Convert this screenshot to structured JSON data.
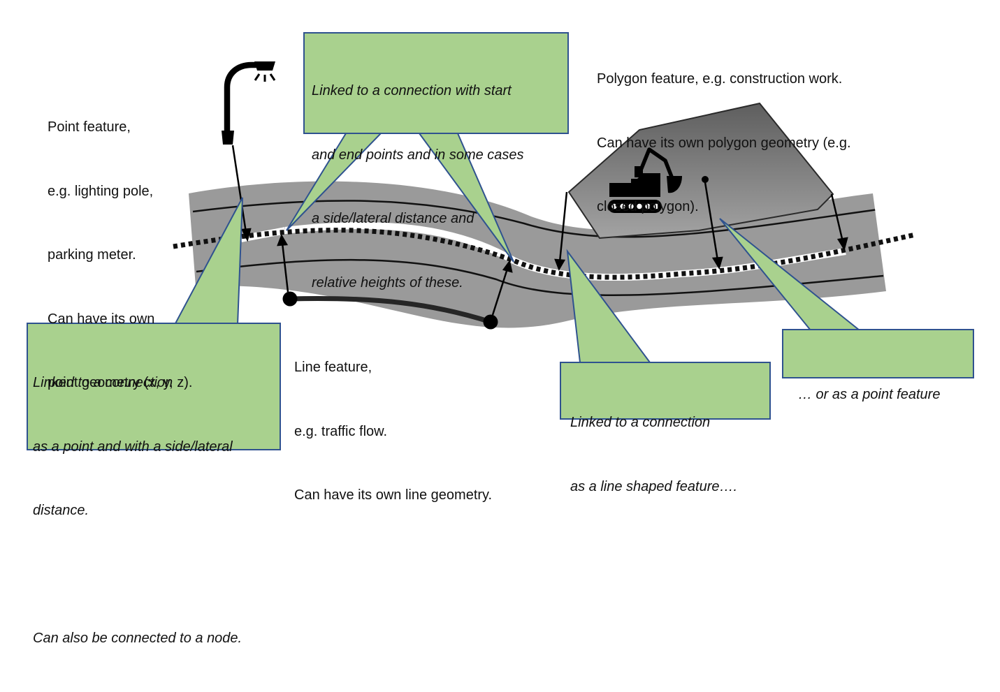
{
  "labels": {
    "point_feature": [
      "Point feature,",
      "e.g. lighting pole,",
      "parking meter.",
      "Can have its own",
      "point geometry (x, y, z)."
    ],
    "line_feature": [
      "Line feature,",
      "e.g. traffic flow.",
      "Can have its own line geometry."
    ],
    "polygon_feature": [
      "Polygon feature, e.g. construction work.",
      "Can have its own polygon geometry (e.g.",
      "closed polygon)."
    ]
  },
  "callouts": {
    "connection_start_end": [
      "Linked to a connection with start",
      "and end points and in some cases",
      "a side/lateral distance and",
      "relative heights of these."
    ],
    "point_link": [
      "Linked to a connection",
      "as a point and with a side/lateral",
      "distance.",
      "",
      "Can also be connected to a node."
    ],
    "line_link": [
      "Linked to a connection",
      "as a line shaped feature…."
    ],
    "point_alt": [
      "… or as a point feature"
    ]
  },
  "icons": [
    "lighting-pole-icon",
    "excavator-icon"
  ],
  "colors": {
    "callout_fill": "#a9d18e",
    "callout_border": "#2f528f",
    "road": "#9a9a9a",
    "polygon_top": "#5e5e5e",
    "polygon_bottom": "#a3a3a3"
  }
}
